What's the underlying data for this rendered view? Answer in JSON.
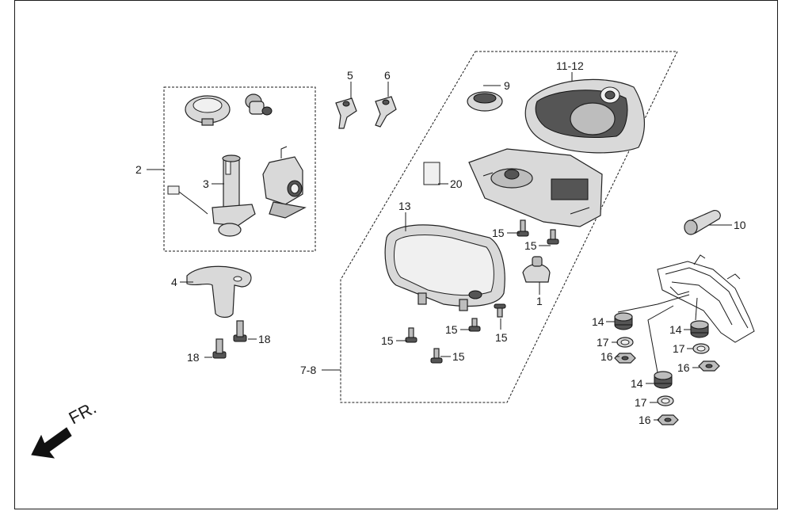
{
  "diagram": {
    "direction_label": "FR.",
    "callouts": {
      "c2": "2",
      "c3": "3",
      "c4": "4",
      "c5": "5",
      "c6": "6",
      "c9": "9",
      "c11_12": "11-12",
      "c20": "20",
      "c13": "13",
      "c10": "10",
      "c1": "1",
      "c7_8": "7-8",
      "c15a": "15",
      "c15b": "15",
      "c15c": "15",
      "c15d": "15",
      "c15e": "15",
      "c15f": "15",
      "c14a": "14",
      "c14b": "14",
      "c14c": "14",
      "c17a": "17",
      "c17b": "17",
      "c17c": "17",
      "c16a": "16",
      "c16b": "16",
      "c16c": "16",
      "c18a": "18",
      "c18b": "18"
    }
  }
}
